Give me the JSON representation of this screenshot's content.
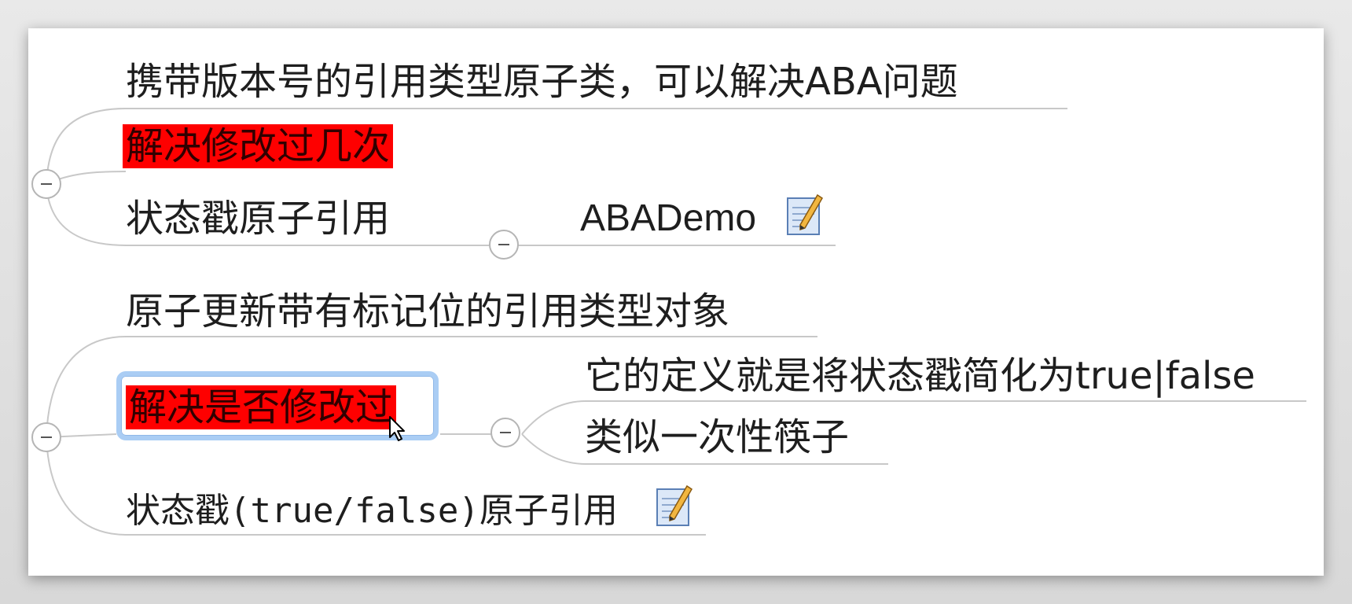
{
  "mindmap": {
    "group1": {
      "title": "携带版本号的引用类型原子类，可以解决ABA问题",
      "highlight": "解决修改过几次",
      "branch_title": "状态戳原子引用",
      "child_title": "ABADemo"
    },
    "group2": {
      "title": "原子更新带有标记位的引用类型对象",
      "highlight": "解决是否修改过",
      "subtopic_1": "它的定义就是将状态戳简化为true|false",
      "subtopic_2": "类似一次性筷子",
      "branch_title": "状态戳(true/false)原子引用"
    }
  },
  "colors": {
    "highlight": "#fe0000",
    "selection_border": "#aacdf4",
    "connector": "#c8c8c8"
  },
  "icons": {
    "collapse": "minus-circle-icon",
    "note": "note-pencil-icon",
    "cursor": "mouse-pointer-icon"
  }
}
